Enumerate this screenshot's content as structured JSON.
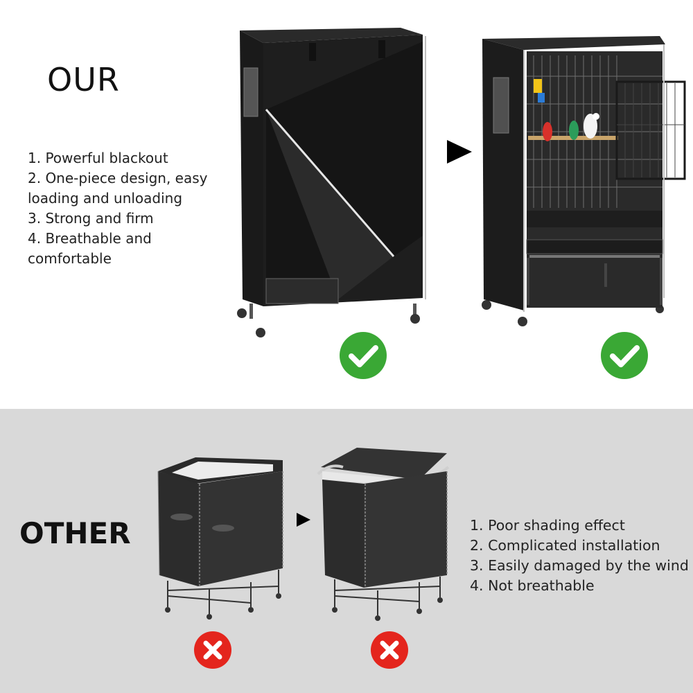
{
  "our": {
    "title": "OUR",
    "features": [
      "1. Powerful blackout",
      "2. One-piece design, easy\n    loading and unloading",
      "3. Strong and firm",
      "4. Breathable and\n    comfortable"
    ]
  },
  "other": {
    "title": "OTHER",
    "features": [
      "1. Poor shading effect",
      "2. Complicated installation",
      "3. Easily damaged by the wind",
      "4. Not breathable"
    ]
  },
  "colors": {
    "good": "#3aa835",
    "bad": "#e4251d",
    "cover": "#1b1b1b",
    "bottom_bg": "#d9d9d9"
  },
  "icons": {
    "good": "checkmark-icon",
    "bad": "cross-icon",
    "next": "arrow-right-icon"
  }
}
